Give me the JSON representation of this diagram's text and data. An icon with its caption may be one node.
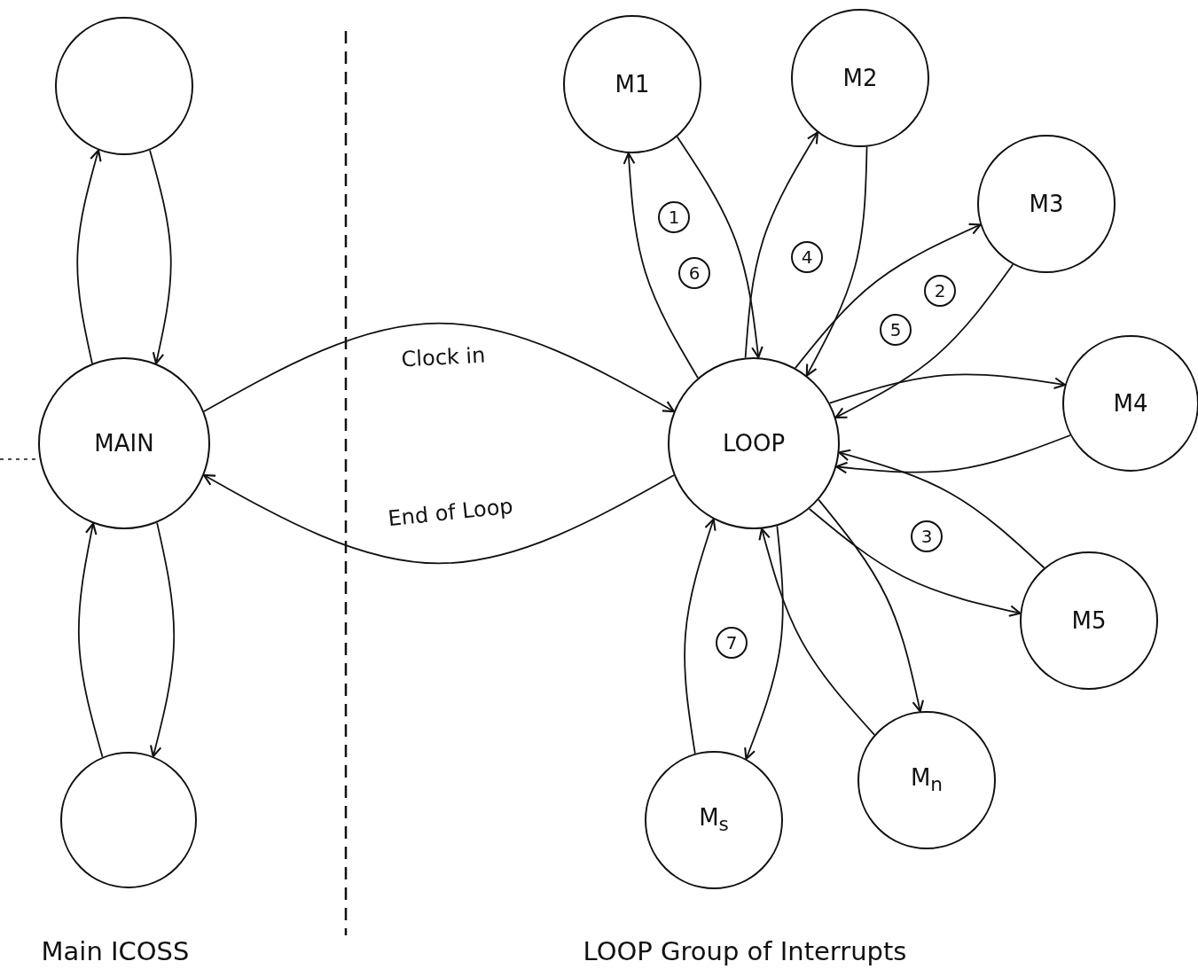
{
  "diagram": {
    "nodes": [
      {
        "text": [],
        "shape": "circle"
      },
      {
        "text": [
          "MAIN"
        ]
      },
      {
        "text": [],
        "shape": "circle"
      },
      {
        "text": [
          "LOOP"
        ]
      },
      {
        "text": [
          "M1"
        ]
      },
      {
        "text": [
          "M2"
        ]
      },
      {
        "text": [
          "M3"
        ]
      },
      {
        "text": [
          "M4"
        ]
      },
      {
        "text": [
          "M5"
        ]
      },
      {
        "text": [
          "M$_{n}$"
        ]
      },
      {
        "text": [
          "M$_{s}$"
        ]
      }
    ],
    "edges": [
      {
        "from": 1,
        "to": 0,
        "arrow": "to"
      },
      {
        "from": 0,
        "to": 1,
        "arrow": "to"
      },
      {
        "from": 2,
        "to": 1,
        "arrow": "to"
      },
      {
        "from": 1,
        "to": 2,
        "arrow": "to"
      },
      {
        "from": 1,
        "to": 3,
        "arrow": "to",
        "label": "Clock in"
      },
      {
        "from": 3,
        "to": 1,
        "arrow": "to",
        "label": "End of Loop"
      },
      {
        "from": 3,
        "to": 4,
        "arrow": "to"
      },
      {
        "from": 4,
        "to": 3,
        "arrow": "to"
      },
      {
        "from": 3,
        "to": 5,
        "arrow": "to"
      },
      {
        "from": 5,
        "to": 3,
        "arrow": "to"
      },
      {
        "from": 3,
        "to": 6,
        "arrow": "to"
      },
      {
        "from": 6,
        "to": 3,
        "arrow": "to"
      },
      {
        "from": 3,
        "to": 7,
        "arrow": "to"
      },
      {
        "from": 7,
        "to": 3,
        "arrow": "to"
      },
      {
        "from": 8,
        "to": 3,
        "arrow": "to"
      },
      {
        "from": 3,
        "to": 8,
        "arrow": "to"
      },
      {
        "from": 3,
        "to": 9,
        "arrow": "to"
      },
      {
        "from": 9,
        "to": 3,
        "arrow": "to"
      },
      {
        "from": 10,
        "to": 3,
        "arrow": "to"
      },
      {
        "from": 3,
        "to": 10,
        "arrow": "to"
      }
    ],
    "labels": [
      "1",
      "6",
      "4",
      "2",
      "5",
      "3",
      "7",
      "Main ICOSS",
      "LOOP Group of Interrupts"
    ]
  }
}
